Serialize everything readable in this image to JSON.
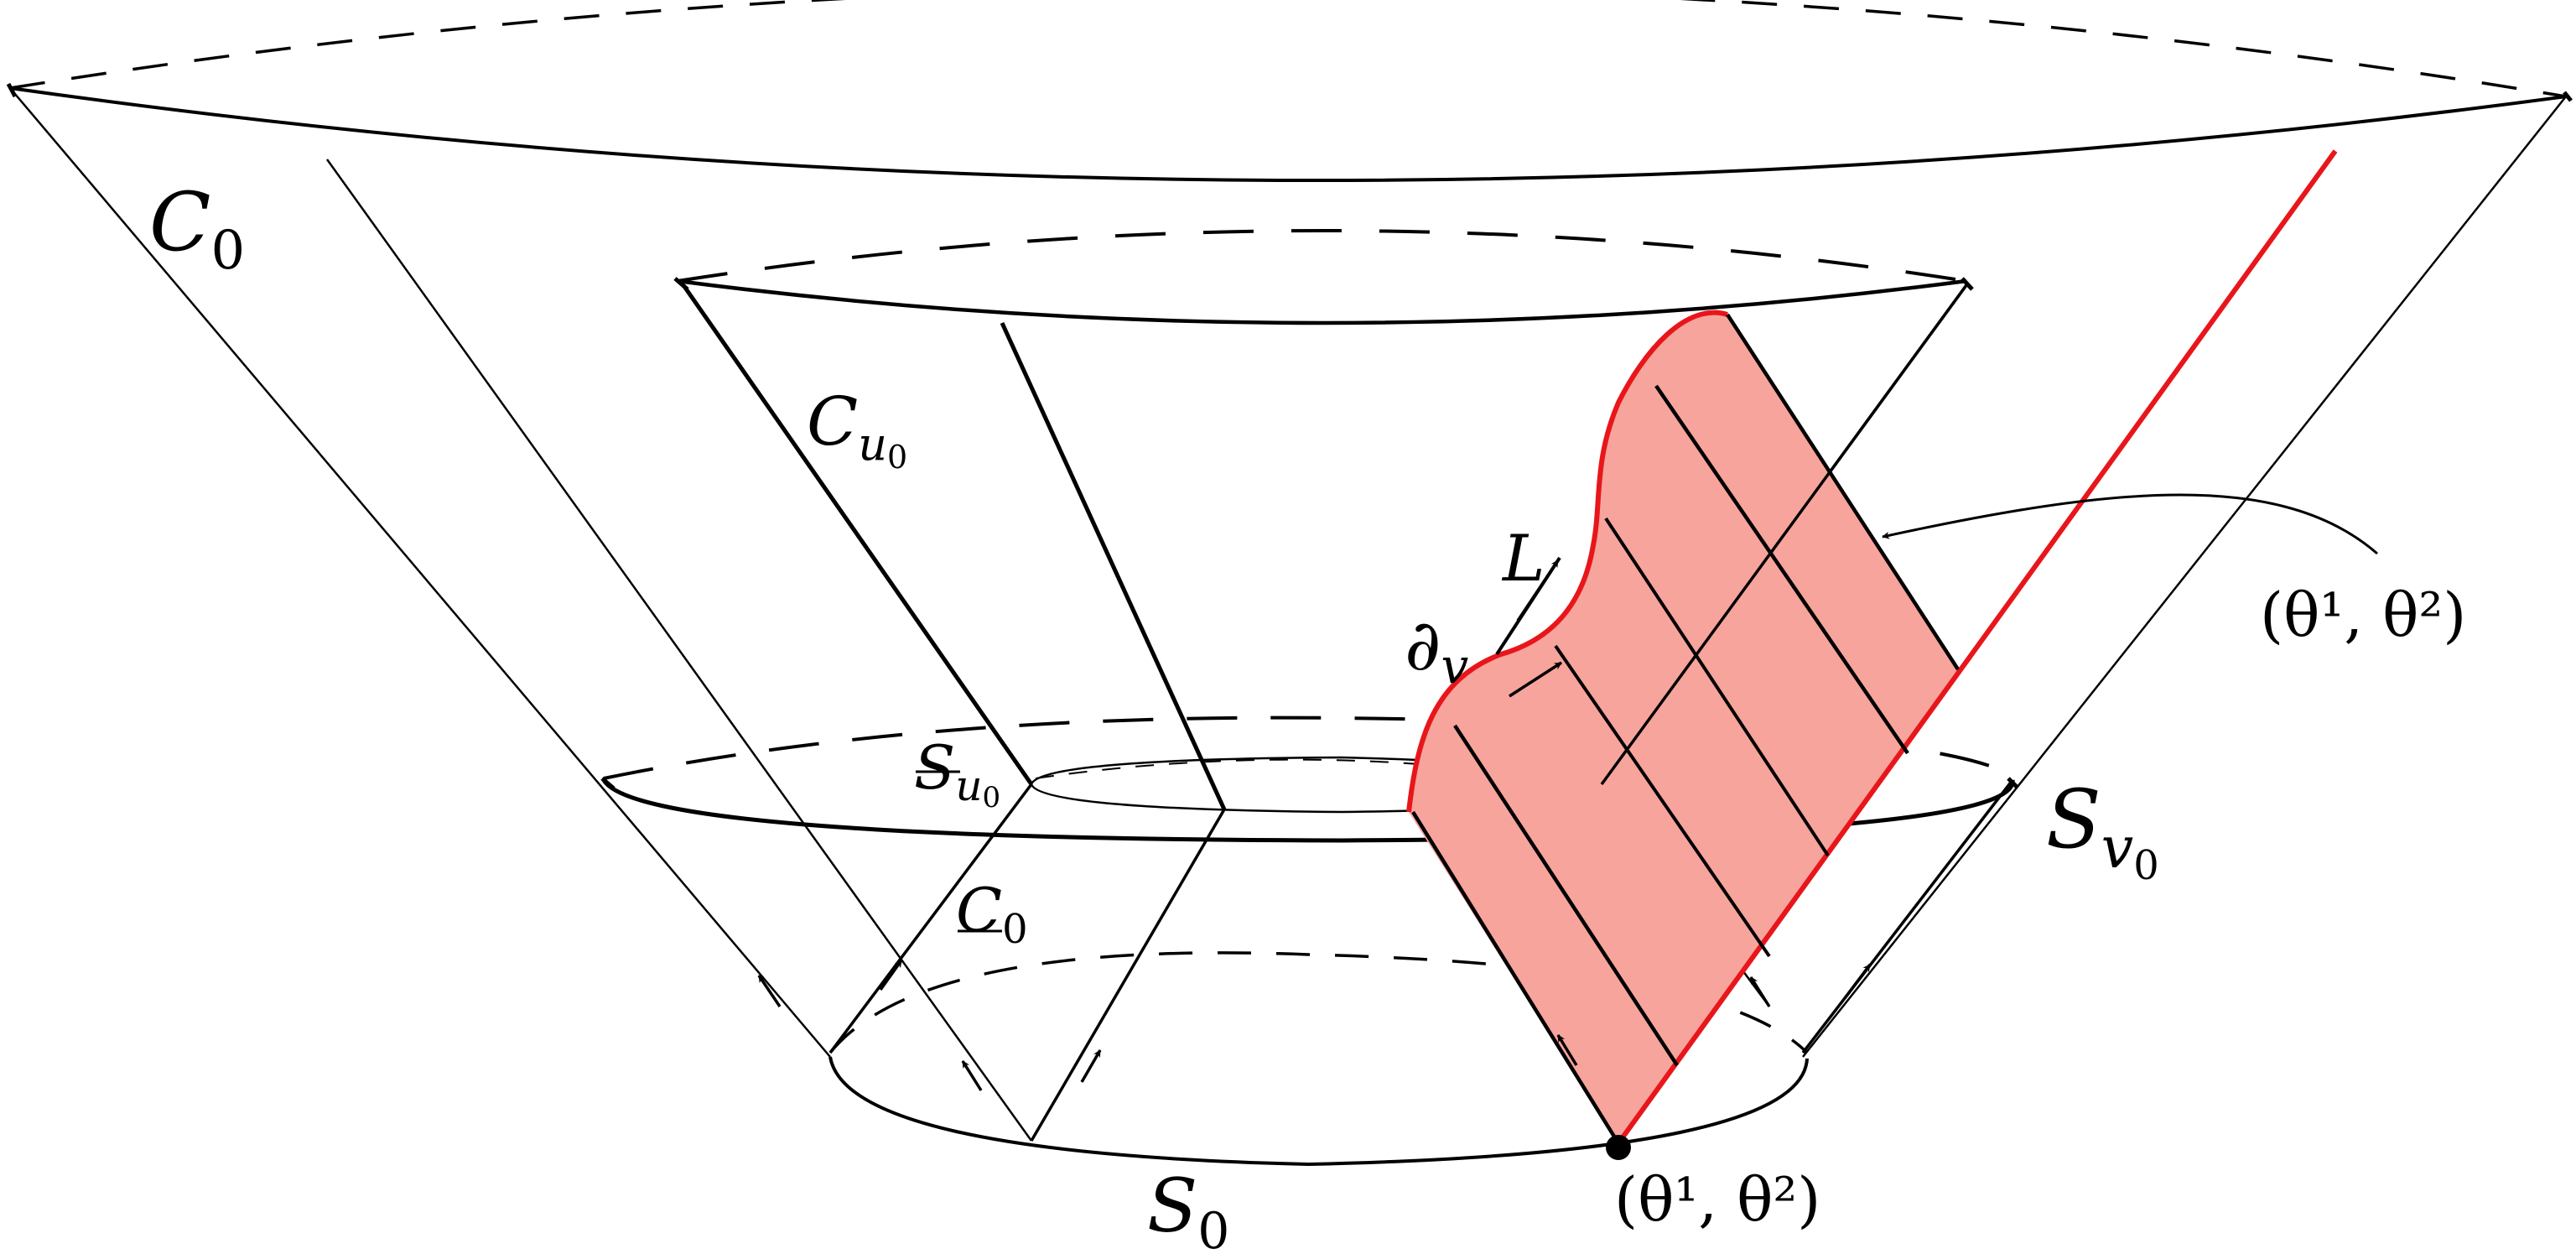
{
  "labels": {
    "c0_main": "C",
    "c0_main_sub": "0",
    "c_u0": "C",
    "c_u0_sub": "u",
    "c_u0_subsub": "0",
    "s_u0": "S",
    "s_u0_sub": "u",
    "s_u0_subsub": "0",
    "cbar0": "C",
    "cbar0_sub": "0",
    "s_v0": "S",
    "s_v0_sub": "v",
    "s_v0_subsub": "0",
    "s0": "S",
    "s0_sub": "0",
    "L": "L",
    "dv": "∂",
    "dv_sub": "v",
    "coord_bottom": "(θ¹, θ²)",
    "coord_right": "(θ¹, θ²)"
  },
  "colors": {
    "ink": "#000000",
    "red_line": "#e8161b",
    "red_fill": "#f6a49c"
  }
}
